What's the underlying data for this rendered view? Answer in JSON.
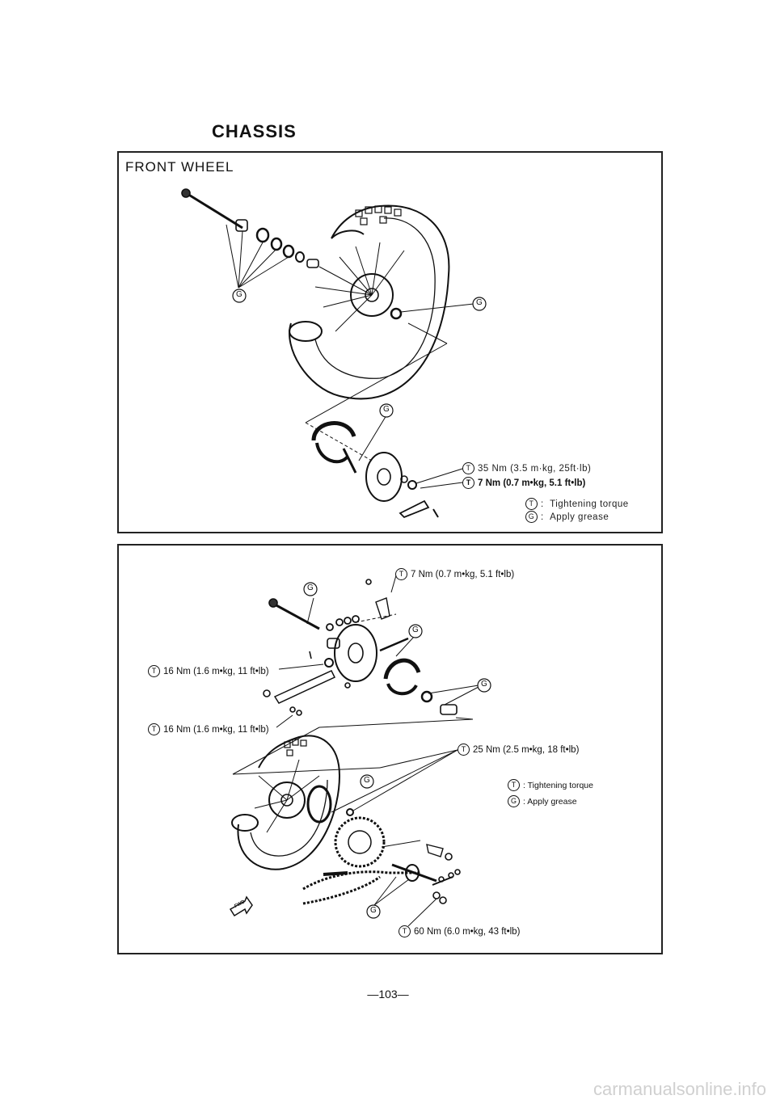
{
  "heading": "CHASSIS",
  "front_wheel": {
    "title": "FRONT WHEEL",
    "grease_marker": "G",
    "torque_marker": "T",
    "torque_specs": [
      "35 Nm (3.5 m·kg, 25ft·lb)",
      "7 Nm (0.7 m•kg, 5.1 ft•lb)"
    ],
    "legend": {
      "torque": "Tightening torque",
      "grease": "Apply grease",
      "sep": ":"
    }
  },
  "rear_wheel": {
    "grease_marker": "G",
    "torque_marker": "T",
    "torque_specs": {
      "top": "7 Nm (0.7 m•kg, 5.1 ft•lb)",
      "arm_upper": "16 Nm (1.6 m•kg, 11 ft•lb)",
      "arm_lower": "16 Nm (1.6 m•kg, 11 ft•lb)",
      "axle_nut": "25 Nm (2.5 m•kg, 18 ft•lb)",
      "sprocket": "60 Nm (6.0 m•kg, 43 ft•lb)"
    },
    "legend": {
      "torque": ": Tightening torque",
      "grease": ": Apply grease"
    },
    "fwd_label": "FWD"
  },
  "page_number": "—103—",
  "watermark": "carmanualsonline.info"
}
